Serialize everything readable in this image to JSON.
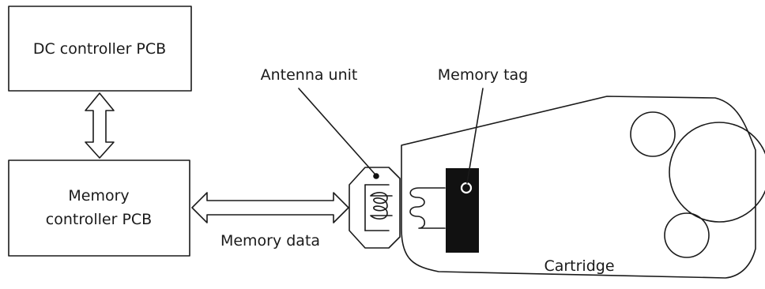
{
  "labels": {
    "dc_controller": "DC controller PCB",
    "memory_controller_line1": "Memory",
    "memory_controller_line2": "controller PCB",
    "antenna_unit": "Antenna unit",
    "memory_tag": "Memory tag",
    "memory_data": "Memory data",
    "cartridge": "Cartridge"
  },
  "colors": {
    "stroke": "#1a1a1a",
    "fill": "#ffffff",
    "tag": "#111111"
  }
}
